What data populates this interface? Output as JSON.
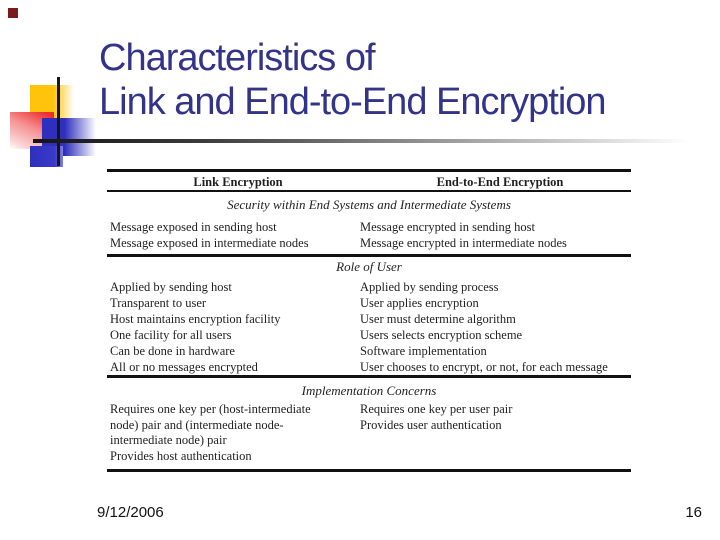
{
  "slide": {
    "title_line1": "Characteristics of",
    "title_line2": "Link and End-to-End Encryption",
    "footer_date": "9/12/2006",
    "page_number": "16",
    "colors": {
      "title_text": "#333388",
      "deco_yellow": "#ffc30b",
      "deco_blue": "#2f2fbe",
      "deco_pink": "#ee2d2f",
      "corner_maroon": "#7a1a1a"
    }
  },
  "table": {
    "headers": {
      "left": "Link Encryption",
      "right": "End-to-End Encryption"
    },
    "sections": [
      {
        "title": "Security within End Systems and Intermediate Systems",
        "rows": [
          {
            "left": "Message exposed in sending host",
            "right": "Message encrypted in sending host"
          },
          {
            "left": "Message exposed in intermediate nodes",
            "right": "Message encrypted in intermediate nodes"
          }
        ]
      },
      {
        "title": "Role of User",
        "rows": [
          {
            "left": "Applied by sending host",
            "right": "Applied by sending process"
          },
          {
            "left": "Transparent to user",
            "right": "User applies encryption"
          },
          {
            "left": "Host maintains encryption facility",
            "right": "User must determine algorithm"
          },
          {
            "left": "One facility for all users",
            "right": "Users selects encryption scheme"
          },
          {
            "left": "Can be done in hardware",
            "right": "Software implementation"
          },
          {
            "left": "All or no messages encrypted",
            "right": "User chooses to encrypt, or not, for each message"
          }
        ]
      },
      {
        "title": "Implementation Concerns",
        "left_lines": {
          "l1": "Requires one key per (host-intermediate",
          "l2": "node) pair and (intermediate node-",
          "l3": "intermediate node) pair",
          "l4": "Provides host authentication"
        },
        "right_lines": {
          "l1": "Requires one key per user pair",
          "l2": "Provides user authentication"
        }
      }
    ]
  }
}
